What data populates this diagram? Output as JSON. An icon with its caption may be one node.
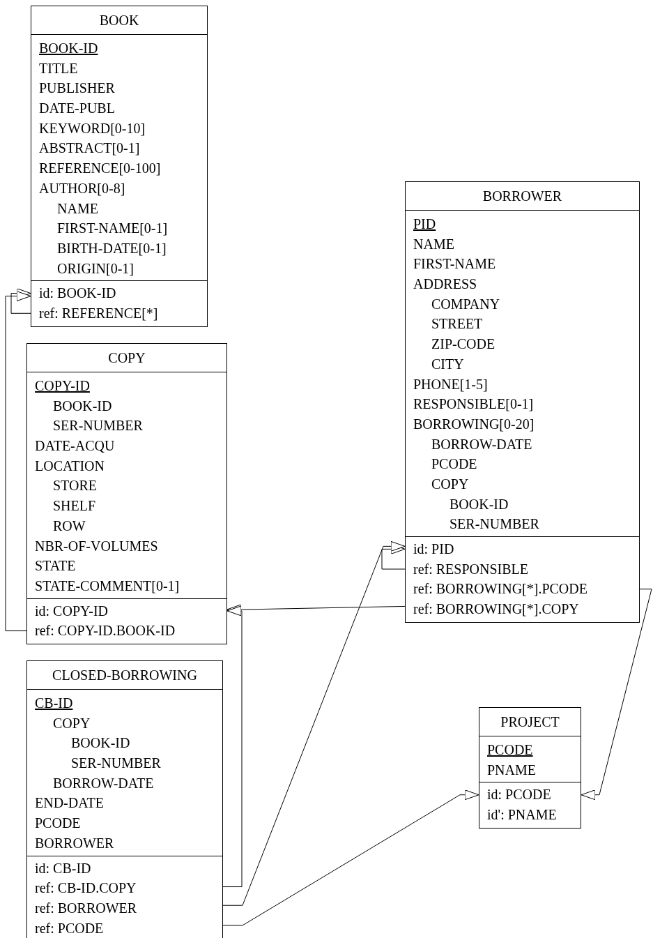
{
  "diagram": {
    "nodes": [
      {
        "text": [
          "BOOK",
          "BOOK-ID",
          "TITLE",
          "PUBLISHER",
          "DATE-PUBL",
          "KEYWORD[0-10]",
          "ABSTRACT[0-1]",
          "REFERENCE[0-100]",
          "AUTHOR[0-8]",
          "NAME",
          "FIRST-NAME[0-1]",
          "BIRTH-DATE[0-1]",
          "ORIGIN[0-1]",
          "id: BOOK-ID",
          "ref: REFERENCE[*]"
        ]
      },
      {
        "text": [
          "COPY",
          "COPY-ID",
          "BOOK-ID",
          "SER-NUMBER",
          "DATE-ACQU",
          "LOCATION",
          "STORE",
          "SHELF",
          "ROW",
          "NBR-OF-VOLUMES",
          "STATE",
          "STATE-COMMENT[0-1]",
          "id: COPY-ID",
          "ref: COPY-ID.BOOK-ID"
        ]
      },
      {
        "text": [
          "CLOSED-BORROWING",
          "CB-ID",
          "COPY",
          "BOOK-ID",
          "SER-NUMBER",
          "BORROW-DATE",
          "END-DATE",
          "PCODE",
          "BORROWER",
          "id: CB-ID",
          "ref: CB-ID.COPY",
          "ref: BORROWER",
          "ref: PCODE"
        ]
      },
      {
        "text": [
          "BORROWER",
          "PID",
          "NAME",
          "FIRST-NAME",
          "ADDRESS",
          "COMPANY",
          "STREET",
          "ZIP-CODE",
          "CITY",
          "PHONE[1-5]",
          "RESPONSIBLE[0-1]",
          "BORROWING[0-20]",
          "BORROW-DATE",
          "PCODE",
          "COPY",
          "BOOK-ID",
          "SER-NUMBER",
          "id: PID",
          "ref: RESPONSIBLE",
          "ref: BORROWING[*].PCODE",
          "ref: BORROWING[*].COPY"
        ]
      },
      {
        "text": [
          "PROJECT",
          "PCODE",
          "PNAME",
          "id: PCODE",
          "id': PNAME"
        ]
      }
    ],
    "edges": [
      {
        "from": 0,
        "to": 0,
        "arrow": "to"
      },
      {
        "from": 1,
        "to": 0,
        "arrow": "to"
      },
      {
        "from": 3,
        "to": 3,
        "arrow": "to"
      },
      {
        "from": 3,
        "to": 4,
        "arrow": "to"
      },
      {
        "from": 3,
        "to": 1,
        "arrow": "to"
      },
      {
        "from": 2,
        "to": 1,
        "arrow": "to"
      },
      {
        "from": 2,
        "to": 3,
        "arrow": "to"
      },
      {
        "from": 2,
        "to": 4,
        "arrow": "to"
      }
    ]
  }
}
